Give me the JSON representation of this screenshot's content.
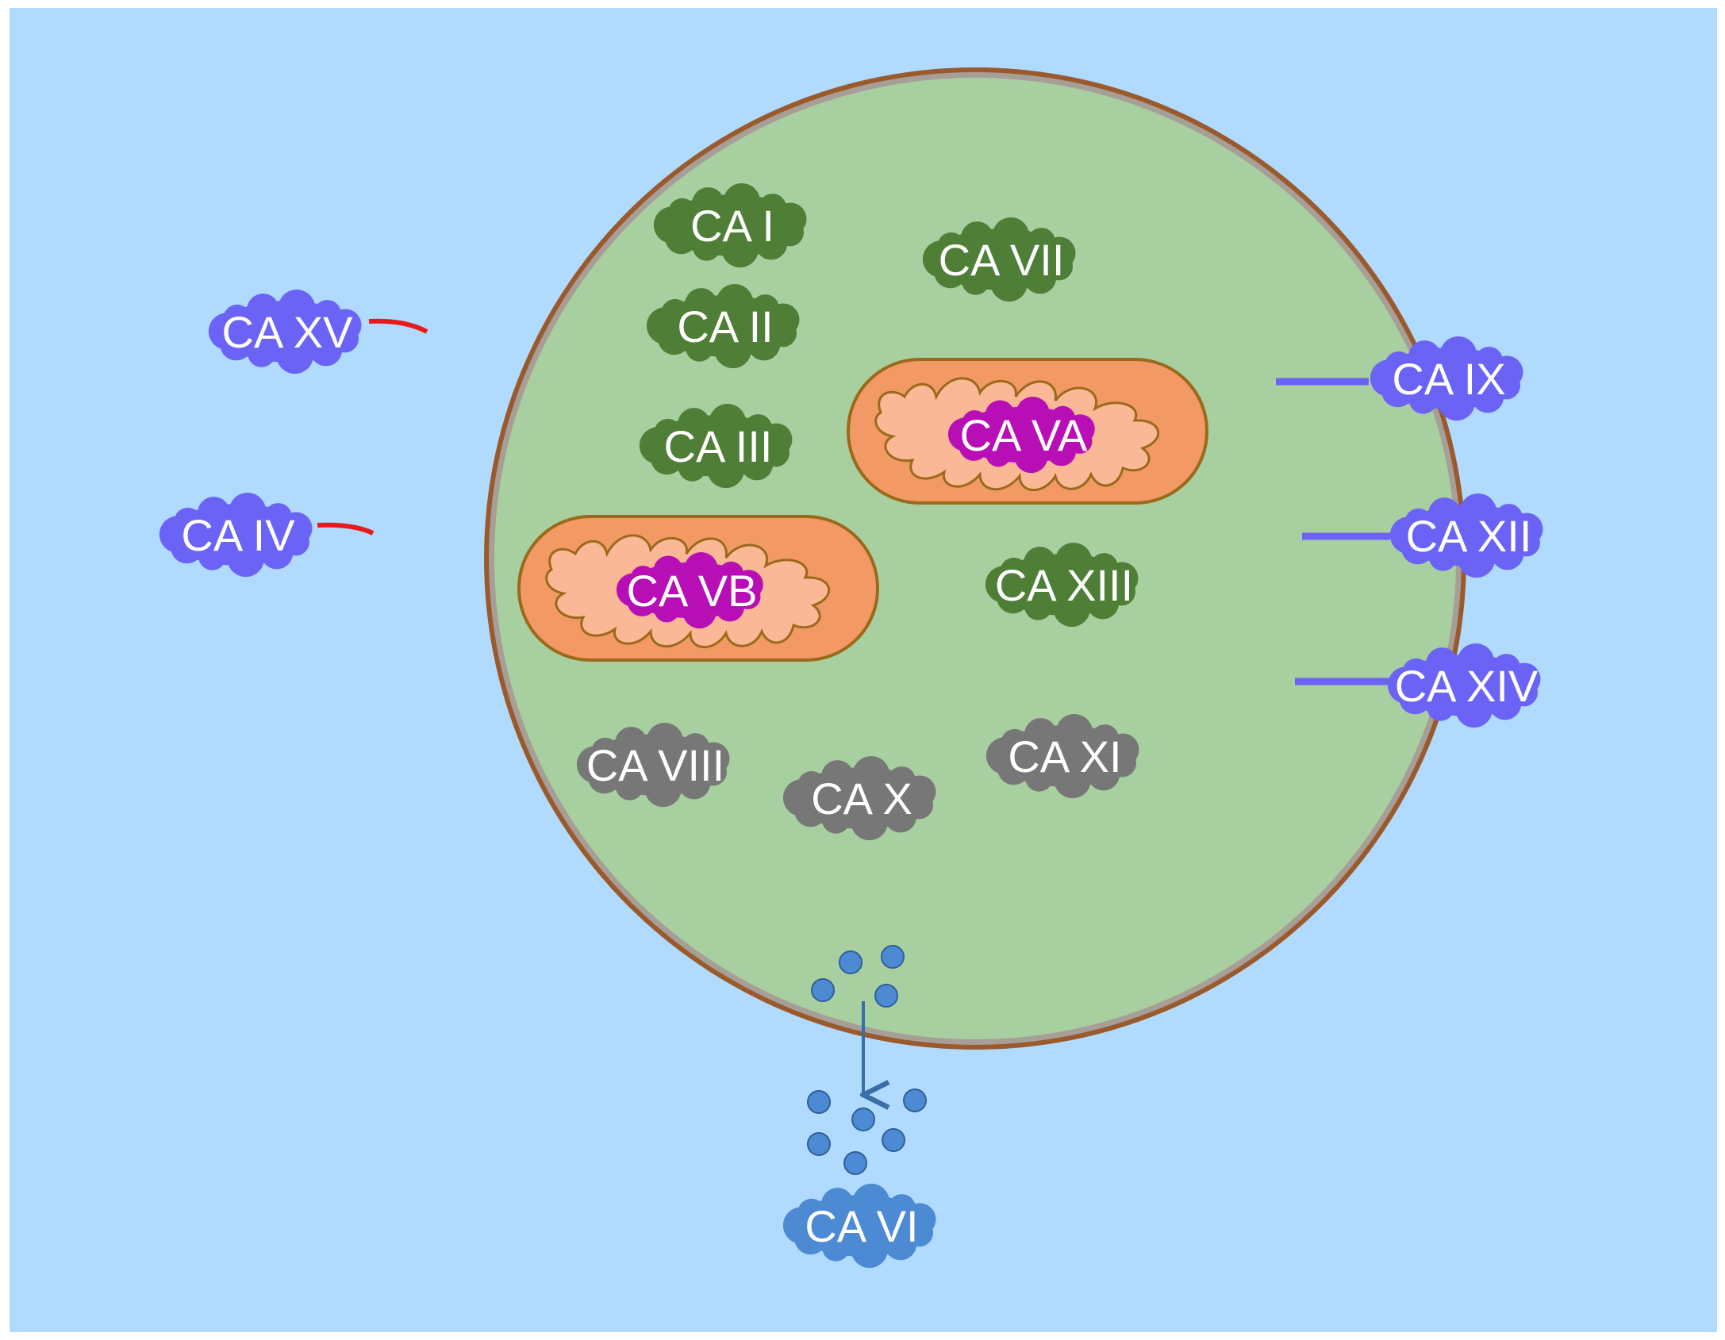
{
  "colors": {
    "background": "#b1daff",
    "cytoplasm": "#a8cf9f",
    "membrane_outer": "#9a5a2c",
    "membrane_inner": "#a79e98",
    "cytosolic": "#4f7f37",
    "mitochondrial": "#b70fb5",
    "acatalytic": "#777777",
    "membrane_bound": "#6a63f6",
    "gpi_anchor": "#e51b1b",
    "transmembrane": "#6a63f6",
    "secreted": "#4c8bd3",
    "mito_outer": "#f29966",
    "mito_inner": "#fbb896",
    "mito_stroke": "#9a6a1a",
    "text": "#ffffff"
  },
  "labels": {
    "ca1": "CA I",
    "ca2": "CA II",
    "ca3": "CA III",
    "ca7": "CA VII",
    "ca13": "CA XIII",
    "ca5a": "CA VA",
    "ca5b": "CA VB",
    "ca8": "CA VIII",
    "ca10": "CA X",
    "ca11": "CA XI",
    "ca15": "CA XV",
    "ca4": "CA IV",
    "ca9": "CA IX",
    "ca12": "CA XII",
    "ca14": "CA XIV",
    "ca6": "CA VI"
  }
}
